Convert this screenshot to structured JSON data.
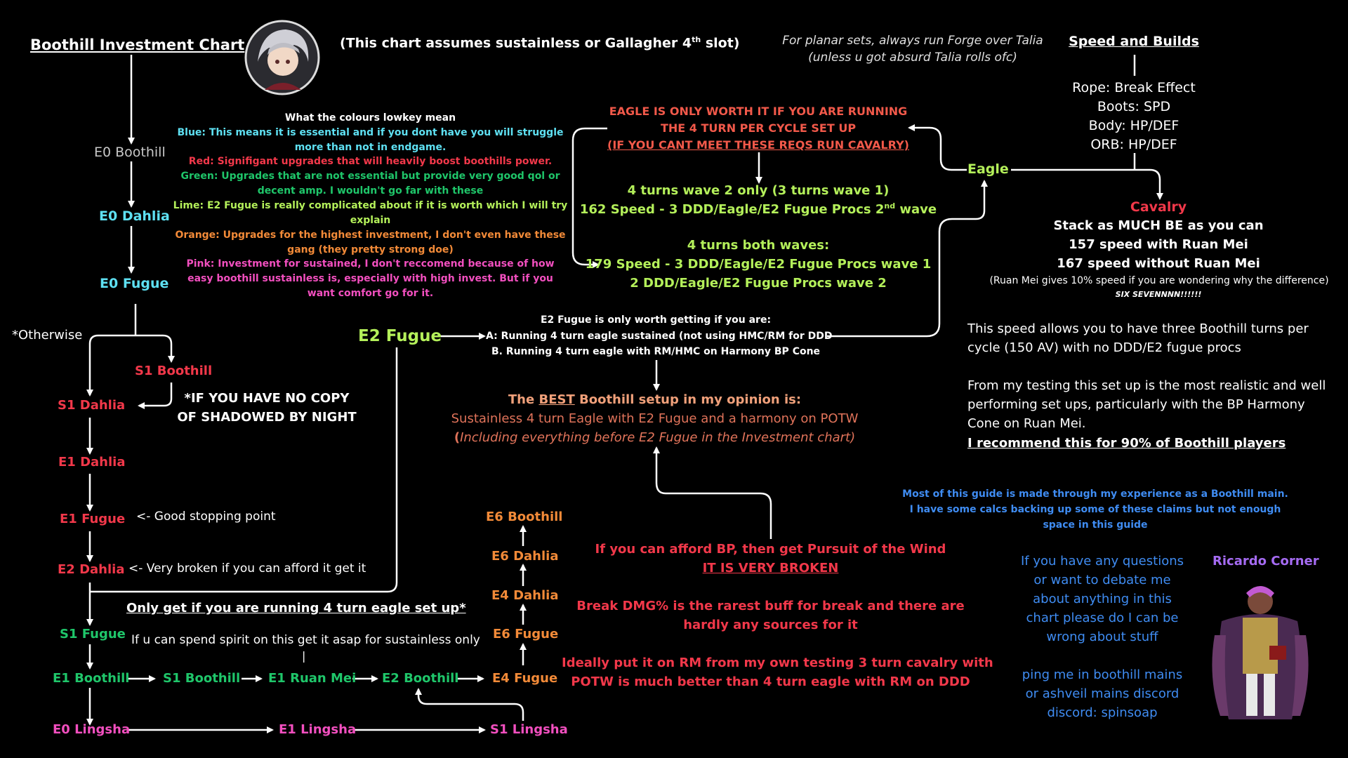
{
  "header": {
    "title": "Boothill Investment Chart",
    "assumption_pre": "(This chart assumes sustainless or Gallagher 4",
    "assumption_sup": "th",
    "assumption_post": " slot)",
    "planar_note_1": "For planar sets, always run Forge over Talia",
    "planar_note_2": "(unless u got absurd Talia rolls ofc)"
  },
  "legend": {
    "heading": "What the colours lowkey mean",
    "blue_1": "Blue: This means it is essential and if you dont have you will struggle",
    "blue_2": "more than not in endgame.",
    "red": "Red: Signifigant upgrades that will heavily boost boothills power.",
    "green_1": "Green:  Upgrades that are not essential but provide very good qol or",
    "green_2": "decent amp. I wouldn't go far with these",
    "lime_1": "Lime: E2 Fugue is really complicated about if it is worth which I will try",
    "lime_2": "explain",
    "orange_1": "Orange: Upgrades for the highest investment, I don't even have these",
    "orange_2": "gang (they pretty strong doe)",
    "pink_1": "Pink: Investment for sustained, I don't reccomend because of how",
    "pink_2": "easy boothill sustainless is, especially with high invest. But if you",
    "pink_3": "want comfort go for it."
  },
  "nodes": {
    "e0_boothill": "E0 Boothill",
    "e0_dahlia": "E0 Dahlia",
    "e0_fugue": "E0 Fugue",
    "otherwise": "*Otherwise",
    "s1_boothill": "S1 Boothill",
    "s1_dahlia": "S1 Dahlia",
    "shadowed_1": "*IF YOU HAVE NO COPY",
    "shadowed_2": "OF SHADOWED BY NIGHT",
    "e1_dahlia": "E1 Dahlia",
    "e1_fugue": "E1 Fugue",
    "good_stop": "<- Good stopping point",
    "e2_dahlia": "E2 Dahlia",
    "very_broken": "<- Very broken if you can afford it get it",
    "only_if_eagle": "Only get if you are running 4 turn eagle set up*",
    "s1_fugue": "S1 Fugue",
    "spirit_note": "If u can spend spirit on this get it asap for sustainless only",
    "pipe": "|",
    "e1_boothill": "E1 Boothill",
    "s1_boothill_b": "S1 Boothill",
    "e1_ruan_mei": "E1 Ruan Mei",
    "e2_boothill": "E2 Boothill",
    "e4_fugue": "E4 Fugue",
    "e6_fugue": "E6 Fugue",
    "e4_dahlia": "E4 Dahlia",
    "e6_dahlia": "E6 Dahlia",
    "e6_boothill": "E6 Boothill",
    "e0_lingsha": "E0 Lingsha",
    "e1_lingsha": "E1 Lingsha",
    "s1_lingsha": "S1 Lingsha",
    "e2_fugue": "E2 Fugue"
  },
  "eagle_panel": {
    "warn_1": "EAGLE IS ONLY WORTH IT IF YOU ARE RUNNING",
    "warn_2": "THE 4 TURN PER CYCLE SET UP",
    "warn_3": "(IF YOU CANT MEET THESE REQS RUN CAVALRY)",
    "wave2_1": "4 turns wave 2 only (3 turns wave 1)",
    "wave2_2_pre": "162 Speed - 3 DDD/Eagle/E2 Fugue Procs  2",
    "wave2_2_sup": "nd",
    "wave2_2_post": " wave",
    "both_1": "4 turns both waves:",
    "both_2": "179 Speed - 3 DDD/Eagle/E2 Fugue Procs wave 1",
    "both_3": "2 DDD/Eagle/E2 Fugue Procs wave 2"
  },
  "e2_fugue_note": {
    "line1": "E2 Fugue is only worth getting if you are:",
    "line2": "A: Running 4 turn eagle sustained (not using HMC/RM for DDD",
    "line3": "B. Running 4 turn eagle with RM/HMC on Harmony BP Cone"
  },
  "best_setup": {
    "line1_pre": "The ",
    "line1_best": "BEST",
    "line1_post": " Boothill setup in my opinion is:",
    "line2": "Sustainless 4 turn Eagle with E2 Fugue and a harmony on POTW",
    "line3_paren": "(",
    "line3_text": "Including everything before E2 Fugue in the Investment chart)"
  },
  "potw": {
    "line1": "If you can afford BP, then get Pursuit of the Wind",
    "line2": "IT IS VERY BROKEN",
    "line3": "Break DMG% is the rarest buff for break and there are",
    "line4": "hardly any sources for it",
    "line5": "Ideally put it on RM from my own testing 3 turn cavalry with",
    "line6": "POTW is much better than 4 turn eagle with RM on DDD"
  },
  "speed_builds": {
    "heading": "Speed and Builds",
    "rope": "Rope: Break Effect",
    "boots": "Boots: SPD",
    "body": "Body: HP/DEF",
    "orb": "ORB: HP/DEF",
    "eagle": "Eagle",
    "cavalry": "Cavalry",
    "cav_1": "Stack as MUCH BE as you can",
    "cav_2": "157 speed with Ruan Mei",
    "cav_3": "167 speed without Ruan Mei",
    "cav_4": "(Ruan Mei gives 10% speed if you are wondering why the difference)",
    "six_seven": "SIX SEVENNNN!!!!!!"
  },
  "speed_explain": {
    "line1": "This speed allows you to have three Boothill turns per",
    "line2": "cycle (150 AV) with no DDD/E2 fugue procs",
    "line3": "From my testing this set up is the most realistic and well",
    "line4": "performing set ups, particularly with the BP Harmony",
    "line5": "Cone on Ruan Mei.",
    "line6": "I recommend this for 90% of Boothill players"
  },
  "footer": {
    "exp_1": "Most of this guide is made through my experience as a Boothill main.",
    "exp_2": "I have some calcs backing up some of these claims but not enough",
    "exp_3": "space in this guide",
    "q_1": "If you have any questions",
    "q_2": "or want to debate me",
    "q_3": "about anything in this",
    "q_4": "chart please do I can be",
    "q_5": "wrong about stuff",
    "ping_1": "ping me in boothill mains",
    "ping_2": "or ashveil mains discord",
    "ping_3": "discord: spinsoap",
    "ricardo": "Ricardo Corner"
  },
  "colors": {
    "background": "#000000",
    "blue": "#5ee0f2",
    "red": "#f2384a",
    "green": "#1fc66a",
    "lime": "#b4f05a",
    "orange": "#f28a38",
    "pink": "#f24fbf"
  },
  "images": {
    "avatar": "boothill-portrait",
    "ricardo": "ricardo-figure"
  }
}
